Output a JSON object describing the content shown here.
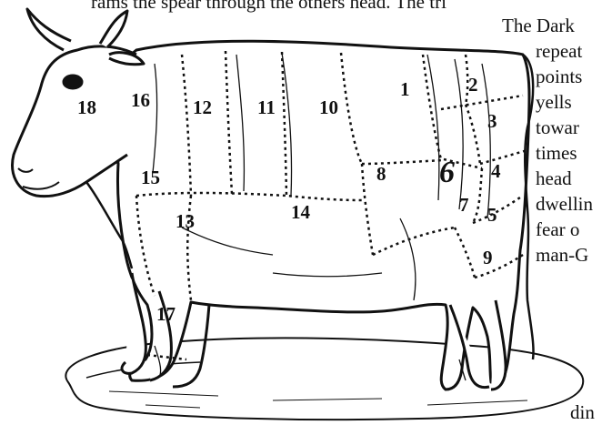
{
  "text_top": "rams the spear through the others head.  The tri",
  "text_right": [
    "The Dark",
    "repeat",
    "points",
    "yells",
    "towar",
    "times",
    "head",
    "dwellin",
    "fear o",
    "man-G"
  ],
  "text_bottom": "din",
  "cut_labels": [
    "1",
    "2",
    "3",
    "4",
    "5",
    "6",
    "7",
    "8",
    "9",
    "10",
    "11",
    "12",
    "13",
    "14",
    "15",
    "16",
    "17",
    "18"
  ],
  "colors": {
    "ink": "#111111",
    "paper": "#ffffff"
  }
}
